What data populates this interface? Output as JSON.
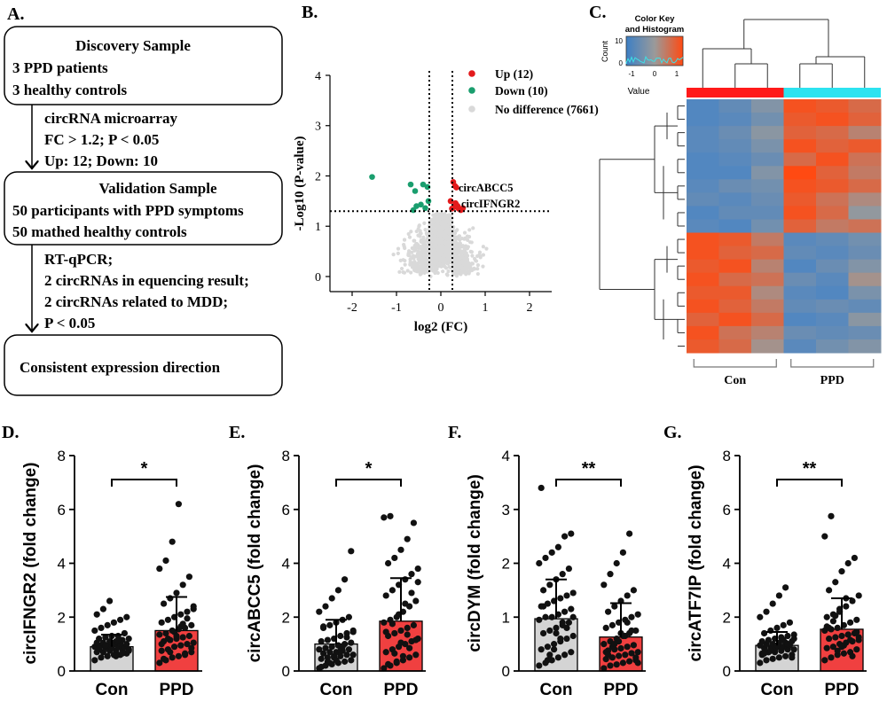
{
  "panel_labels": {
    "a": "A.",
    "b": "B.",
    "c": "C.",
    "d": "D.",
    "e": "E.",
    "f": "F.",
    "g": "G."
  },
  "flowchart": {
    "box1_title": "Discovery Sample",
    "box1_line1": "3 PPD patients",
    "box1_line2": "3 healthy controls",
    "step1_line1": "circRNA microarray",
    "step1_line2": "FC  > 1.2;  P  < 0.05",
    "step1_line3": "Up: 12; Down: 10",
    "box2_title": "Validation Sample",
    "box2_line1": "50 participants with PPD symptoms",
    "box2_line2": "50 mathed healthy controls",
    "step2_line1": "RT-qPCR;",
    "step2_line2": "2 circRNAs in equencing result;",
    "step2_line3": "2 circRNAs related to MDD;",
    "step2_line4": "P  < 0.05",
    "box3_title": "Consistent expression direction"
  },
  "heatmap": {
    "color_key_title_1": "Color Key",
    "color_key_title_2": "and Histogram",
    "color_key_ylabel": "Count",
    "color_key_xlabel": "Value",
    "color_key_yticks": [
      "10",
      "0"
    ],
    "color_key_xticks": [
      "-1",
      "0",
      "1"
    ],
    "group_con": "Con",
    "group_ppd": "PPD",
    "colors": {
      "low": "#4a85c4",
      "mid": "#9a9a9a",
      "high": "#ff4a12",
      "con_bar": "#ff1a1a",
      "ppd_bar": "#2de3f0"
    },
    "values": [
      [
        -0.9,
        -0.7,
        -0.3,
        0.9,
        0.8,
        0.6
      ],
      [
        -0.9,
        -0.8,
        -0.5,
        0.8,
        0.9,
        0.7
      ],
      [
        -0.8,
        -0.6,
        -0.2,
        0.7,
        0.6,
        0.3
      ],
      [
        -0.8,
        -0.7,
        -0.4,
        0.9,
        0.7,
        0.8
      ],
      [
        -0.9,
        -0.8,
        -0.6,
        0.6,
        0.9,
        0.5
      ],
      [
        -0.9,
        -0.9,
        -0.3,
        1.0,
        0.7,
        0.4
      ],
      [
        -0.8,
        -0.6,
        -0.5,
        0.9,
        0.8,
        0.6
      ],
      [
        -0.7,
        -0.8,
        -0.6,
        0.8,
        0.5,
        0.2
      ],
      [
        -0.9,
        -0.7,
        -0.7,
        0.9,
        0.6,
        -0.1
      ],
      [
        -0.8,
        -0.9,
        -0.5,
        0.7,
        0.4,
        0.5
      ],
      [
        0.9,
        0.8,
        0.4,
        -0.8,
        -0.7,
        -0.5
      ],
      [
        0.9,
        0.7,
        0.6,
        -0.7,
        -0.8,
        -0.6
      ],
      [
        0.8,
        0.9,
        0.3,
        -0.9,
        -0.6,
        -0.3
      ],
      [
        0.9,
        0.6,
        0.5,
        -0.6,
        -0.8,
        0.1
      ],
      [
        0.8,
        0.8,
        0.2,
        -0.8,
        -0.9,
        -0.4
      ],
      [
        0.9,
        0.7,
        0.4,
        -0.7,
        -0.6,
        -0.7
      ],
      [
        0.7,
        0.9,
        0.6,
        -0.9,
        -0.8,
        -0.2
      ],
      [
        0.9,
        0.5,
        0.3,
        -0.6,
        -0.7,
        -0.6
      ],
      [
        0.8,
        0.6,
        0.1,
        -0.8,
        -0.5,
        -0.3
      ]
    ]
  },
  "chart_data": [
    {
      "type": "scatter",
      "panel": "B",
      "xlabel": "log2 (FC)",
      "ylabel": "-Log10 (P-value)",
      "xlim": [
        -2.5,
        2.5
      ],
      "ylim": [
        -0.3,
        4
      ],
      "xticks": [
        -2,
        -1,
        0,
        1,
        2
      ],
      "yticks": [
        0,
        1,
        2,
        3,
        4
      ],
      "thresholds": {
        "x": [
          -0.26,
          0.26
        ],
        "y": 1.3
      },
      "legend": [
        "Up (12)",
        "Down (10)",
        "No difference (7661)"
      ],
      "legend_colors": [
        "#e31a1c",
        "#1a9e6e",
        "#d9d9d9"
      ],
      "up_points": [
        [
          0.28,
          1.88
        ],
        [
          0.32,
          1.8
        ],
        [
          0.35,
          1.77
        ],
        [
          0.22,
          1.5
        ],
        [
          0.3,
          1.38
        ],
        [
          0.4,
          1.35
        ],
        [
          0.35,
          1.43
        ],
        [
          0.25,
          1.35
        ],
        [
          0.45,
          1.32
        ],
        [
          0.5,
          1.36
        ],
        [
          0.38,
          1.4
        ],
        [
          0.33,
          1.46
        ]
      ],
      "down_points": [
        [
          -1.55,
          1.98
        ],
        [
          -0.68,
          1.83
        ],
        [
          -0.58,
          1.7
        ],
        [
          -0.4,
          1.83
        ],
        [
          -0.3,
          1.78
        ],
        [
          -0.55,
          1.4
        ],
        [
          -0.45,
          1.43
        ],
        [
          -0.35,
          1.36
        ],
        [
          -0.62,
          1.32
        ],
        [
          -0.28,
          1.5
        ]
      ],
      "annotations": [
        "circABCC5",
        "circIFNGR2"
      ]
    },
    {
      "type": "bar",
      "panel": "D",
      "categories": [
        "Con",
        "PPD"
      ],
      "means": [
        0.9,
        1.5
      ],
      "sd": [
        0.45,
        1.25
      ],
      "ylabel": "circIFNGR2 (fold change)",
      "ylim": [
        0,
        8
      ],
      "yticks": [
        0,
        2,
        4,
        6,
        8
      ],
      "significance": "*",
      "points": [
        [
          0.4,
          0.5,
          0.55,
          0.6,
          0.6,
          0.65,
          0.7,
          0.7,
          0.75,
          0.75,
          0.8,
          0.8,
          0.8,
          0.85,
          0.85,
          0.9,
          0.9,
          0.9,
          0.95,
          0.95,
          1.0,
          1.0,
          1.0,
          1.05,
          1.05,
          1.1,
          1.1,
          1.15,
          1.2,
          1.2,
          1.25,
          1.3,
          1.3,
          1.4,
          1.5,
          1.6,
          1.7,
          1.8,
          1.9,
          2.0,
          2.1,
          2.3,
          2.6,
          0.55,
          0.65,
          0.75,
          0.85,
          0.95,
          1.05,
          1.15
        ],
        [
          0.3,
          0.4,
          0.5,
          0.55,
          0.6,
          0.7,
          0.75,
          0.8,
          0.9,
          0.95,
          1.0,
          1.05,
          1.1,
          1.15,
          1.2,
          1.25,
          1.3,
          1.35,
          1.4,
          1.5,
          1.55,
          1.6,
          1.7,
          1.8,
          1.9,
          2.0,
          2.1,
          2.2,
          2.3,
          2.5,
          2.7,
          2.9,
          3.2,
          3.5,
          3.8,
          4.1,
          4.8,
          6.2,
          0.65,
          0.85,
          1.0,
          1.2,
          1.45,
          1.65,
          1.95,
          2.4,
          0.45,
          0.7,
          1.3,
          1.75
        ]
      ]
    },
    {
      "type": "bar",
      "panel": "E",
      "categories": [
        "Con",
        "PPD"
      ],
      "means": [
        1.0,
        1.85
      ],
      "sd": [
        0.9,
        1.6
      ],
      "ylabel": "circABCC5 (fold change)",
      "ylim": [
        0,
        8
      ],
      "yticks": [
        0,
        2,
        4,
        6,
        8
      ],
      "significance": "*",
      "points": [
        [
          0.1,
          0.2,
          0.25,
          0.3,
          0.35,
          0.4,
          0.45,
          0.5,
          0.5,
          0.55,
          0.6,
          0.6,
          0.65,
          0.7,
          0.7,
          0.75,
          0.8,
          0.8,
          0.85,
          0.9,
          0.95,
          1.0,
          1.05,
          1.1,
          1.15,
          1.2,
          1.3,
          1.4,
          1.5,
          1.6,
          1.7,
          1.8,
          1.9,
          2.0,
          2.2,
          2.4,
          2.7,
          3.0,
          3.4,
          4.45,
          0.15,
          0.35,
          0.55,
          0.75,
          1.25,
          1.45,
          1.65,
          0.3,
          0.4,
          0.9
        ],
        [
          0.1,
          0.2,
          0.3,
          0.4,
          0.5,
          0.6,
          0.7,
          0.8,
          0.9,
          1.0,
          1.1,
          1.2,
          1.3,
          1.4,
          1.5,
          1.6,
          1.7,
          1.8,
          1.9,
          2.0,
          2.2,
          2.4,
          2.6,
          2.8,
          3.0,
          3.2,
          3.4,
          3.6,
          3.8,
          4.0,
          4.2,
          4.5,
          4.9,
          5.5,
          5.7,
          5.75,
          0.35,
          0.55,
          0.85,
          1.15,
          1.45,
          1.75,
          2.1,
          2.5,
          2.9,
          3.3,
          0.25,
          0.65,
          1.05,
          1.35
        ]
      ]
    },
    {
      "type": "bar",
      "panel": "F",
      "categories": [
        "Con",
        "PPD"
      ],
      "means": [
        0.97,
        0.63
      ],
      "sd": [
        0.73,
        0.63
      ],
      "ylabel": "circDYM (fold change)",
      "ylim": [
        0,
        4
      ],
      "yticks": [
        0,
        1,
        2,
        3,
        4
      ],
      "significance": "**",
      "points": [
        [
          0.1,
          0.15,
          0.2,
          0.25,
          0.3,
          0.35,
          0.4,
          0.45,
          0.5,
          0.55,
          0.6,
          0.65,
          0.7,
          0.75,
          0.8,
          0.85,
          0.9,
          0.95,
          1.0,
          1.0,
          1.05,
          1.1,
          1.15,
          1.2,
          1.25,
          1.3,
          1.35,
          1.4,
          1.45,
          1.5,
          1.6,
          1.7,
          1.8,
          1.9,
          2.0,
          2.1,
          2.2,
          2.3,
          2.5,
          2.55,
          3.4,
          0.2,
          0.4,
          0.6,
          0.8,
          1.0,
          1.2,
          0.3,
          0.7,
          0.9
        ],
        [
          0.05,
          0.1,
          0.12,
          0.15,
          0.18,
          0.2,
          0.22,
          0.25,
          0.28,
          0.3,
          0.33,
          0.35,
          0.38,
          0.4,
          0.42,
          0.45,
          0.48,
          0.5,
          0.55,
          0.6,
          0.65,
          0.7,
          0.75,
          0.8,
          0.85,
          0.9,
          0.95,
          1.0,
          1.05,
          1.1,
          1.2,
          1.3,
          1.4,
          1.5,
          1.6,
          1.8,
          2.0,
          2.2,
          2.55,
          0.25,
          0.35,
          0.45,
          0.55,
          0.65,
          0.75,
          0.15,
          0.3,
          0.5,
          0.7,
          0.9
        ]
      ]
    },
    {
      "type": "bar",
      "panel": "G",
      "categories": [
        "Con",
        "PPD"
      ],
      "means": [
        0.95,
        1.55
      ],
      "sd": [
        0.5,
        1.15
      ],
      "ylabel": "circATF7IP (fold change)",
      "ylim": [
        0,
        8
      ],
      "yticks": [
        0,
        2,
        4,
        6,
        8
      ],
      "significance": "**",
      "points": [
        [
          0.3,
          0.4,
          0.45,
          0.5,
          0.55,
          0.6,
          0.65,
          0.7,
          0.7,
          0.75,
          0.8,
          0.8,
          0.85,
          0.85,
          0.9,
          0.9,
          0.95,
          0.95,
          1.0,
          1.0,
          1.05,
          1.05,
          1.1,
          1.1,
          1.15,
          1.2,
          1.25,
          1.3,
          1.35,
          1.4,
          1.5,
          1.6,
          1.7,
          1.8,
          2.0,
          2.2,
          2.5,
          2.8,
          3.1,
          0.5,
          0.6,
          0.7,
          0.8,
          0.9,
          1.0,
          1.2,
          0.65,
          0.75,
          0.95,
          1.15
        ],
        [
          0.4,
          0.5,
          0.6,
          0.65,
          0.7,
          0.8,
          0.85,
          0.9,
          1.0,
          1.05,
          1.1,
          1.15,
          1.2,
          1.25,
          1.3,
          1.35,
          1.4,
          1.5,
          1.55,
          1.6,
          1.7,
          1.8,
          1.9,
          2.0,
          2.1,
          2.2,
          2.4,
          2.6,
          2.8,
          3.0,
          3.3,
          3.7,
          4.0,
          4.2,
          5.0,
          5.75,
          0.75,
          0.95,
          1.15,
          1.45,
          1.65,
          1.85,
          2.3,
          2.7,
          0.55,
          1.25,
          1.6,
          2.05,
          0.9,
          1.35
        ]
      ]
    }
  ]
}
